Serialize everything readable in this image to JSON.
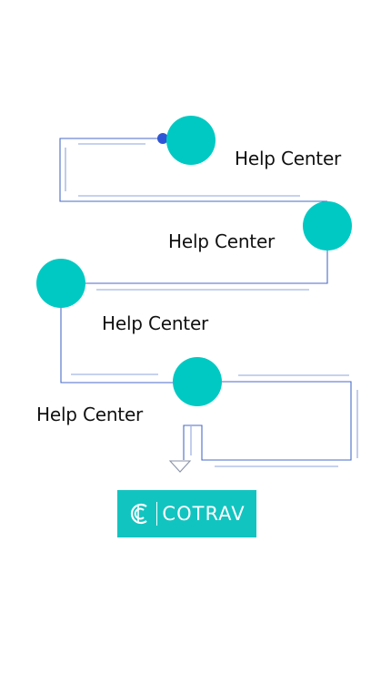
{
  "steps": [
    {
      "label": "Help Center"
    },
    {
      "label": "Help Center"
    },
    {
      "label": "Help Center"
    },
    {
      "label": "Help Center"
    }
  ],
  "brand": {
    "name": "COTRAV",
    "icon": "cotrav-logo-icon"
  },
  "colors": {
    "node": "#00c9c3",
    "connector": "#3b5fc4",
    "start_dot": "#2f56d6",
    "logo_bg": "#12c4c0",
    "arrow": "#8a93a8"
  }
}
